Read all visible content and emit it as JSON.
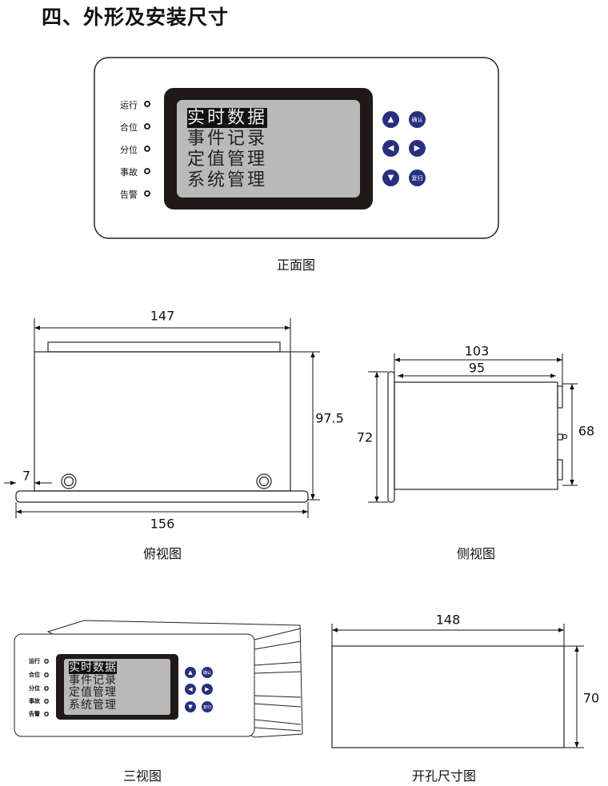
{
  "title": "四、外形及安装尺寸",
  "panel": {
    "leds": [
      "运行",
      "合位",
      "分位",
      "事故",
      "告警"
    ],
    "menu": [
      "实时数据",
      "事件记录",
      "定值管理",
      "系统管理"
    ],
    "buttons": {
      "up": "▲",
      "confirm": "确认",
      "left": "◀",
      "right": "▶",
      "down": "▼",
      "reset": "复归"
    },
    "button_color": "#27307e"
  },
  "captions": {
    "front": "正面图",
    "top": "俯视图",
    "side": "侧视图",
    "iso": "三视图",
    "cutout": "开孔尺寸图"
  },
  "dims": {
    "top_width": "147",
    "top_depth": "97.5",
    "top_base": "156",
    "top_offset": "7",
    "side_total": "103",
    "side_body": "95",
    "side_height": "72",
    "side_inner": "68",
    "cut_width": "148",
    "cut_height": "70"
  }
}
